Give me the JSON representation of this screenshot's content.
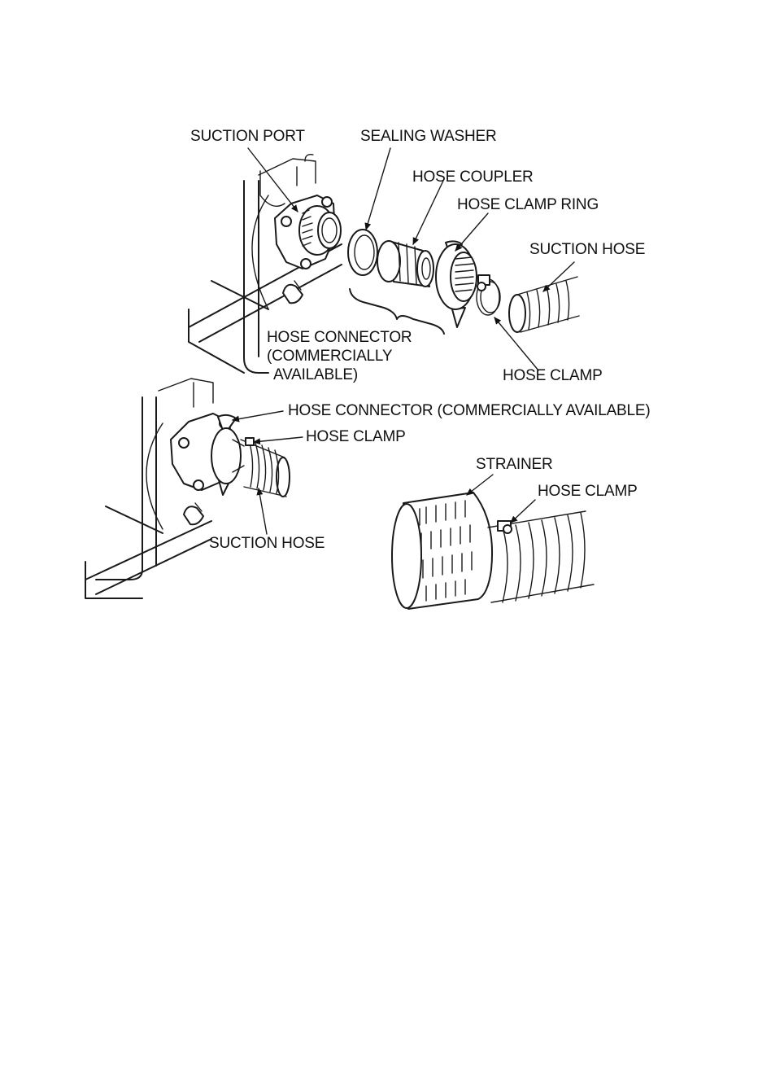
{
  "labels": {
    "suction_port": "SUCTION PORT",
    "sealing_washer": "SEALING WASHER",
    "hose_coupler": "HOSE COUPLER",
    "hose_clamp_ring": "HOSE CLAMP RING",
    "suction_hose_top": "SUCTION HOSE",
    "hose_connector_top_1": "HOSE CONNECTOR",
    "hose_connector_top_2": "(COMMERCIALLY",
    "hose_connector_top_3": "AVAILABLE)",
    "hose_clamp_top": "HOSE CLAMP",
    "hose_connector_mid": "HOSE CONNECTOR (COMMERCIALLY AVAILABLE)",
    "hose_clamp_mid": "HOSE CLAMP",
    "suction_hose_bottom": "SUCTION HOSE",
    "strainer": "STRAINER",
    "hose_clamp_strainer": "HOSE CLAMP"
  },
  "colors": {
    "ink": "#1a1a1a",
    "background": "#ffffff"
  }
}
